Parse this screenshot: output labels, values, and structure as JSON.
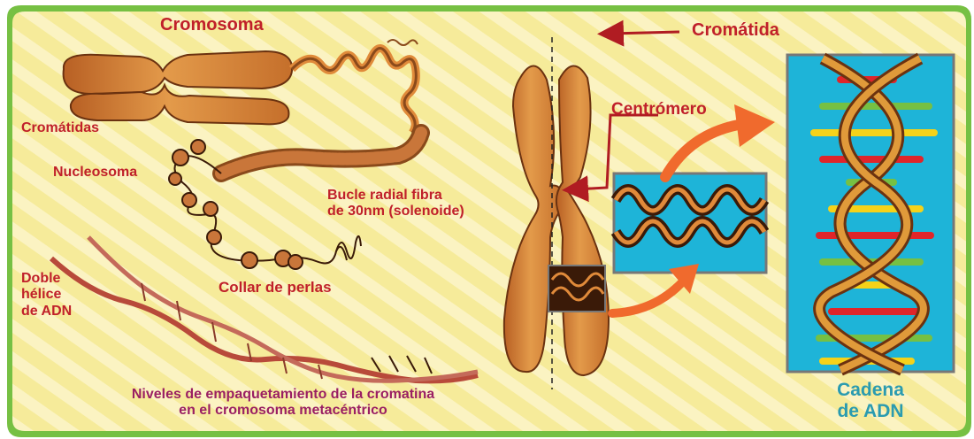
{
  "labels": {
    "cromosoma": "Cromosoma",
    "cromatidas": "Cromátidas",
    "nucleosoma": "Nucleosoma",
    "bucle_line1": "Bucle radial fibra",
    "bucle_line2": "de 30nm (solenoide)",
    "collar": "Collar de perlas",
    "doble_line1": "Doble",
    "doble_line2": "hélice",
    "doble_line3": "de ADN",
    "cromatida": "Cromátida",
    "centromero": "Centrómero",
    "cadena_line1": "Cadena",
    "cadena_line2": "de ADN"
  },
  "caption": {
    "line1": "Niveles de empaquetamiento de la cromatina",
    "line2": "en el cromosoma metacéntrico"
  },
  "colors": {
    "background": "#f6eb9a",
    "stripe": "#fbf3c2",
    "border": "#76c043",
    "chromosome": "#d98a3c",
    "chromosome_dark": "#b05d1e",
    "dna_panel": "#1eb4d8",
    "arrow": "#f06a2d",
    "label_red": "#c0202a",
    "label_blue": "#2a9bb0",
    "caption": "#9a1f63"
  }
}
